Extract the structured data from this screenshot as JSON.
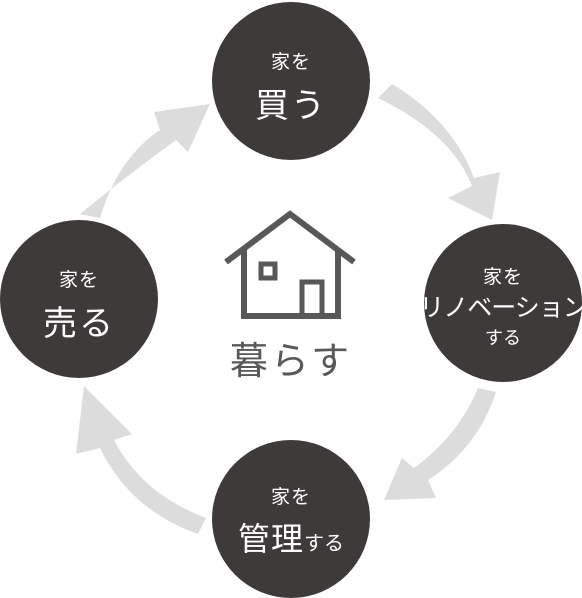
{
  "center": {
    "label": "暮らす",
    "icon": "house-icon"
  },
  "nodes": {
    "buy": {
      "small": "家を",
      "large": "買う"
    },
    "renovation": {
      "small": "家を",
      "large": "リノベーション",
      "suffix": "する"
    },
    "manage": {
      "small": "家を",
      "large": "管理",
      "suffix": "する"
    },
    "sell": {
      "small": "家を",
      "large": "売る"
    }
  },
  "colors": {
    "node_fill": "#3e3a39",
    "node_text": "#ffffff",
    "arrow": "#dcdcdc",
    "center_text": "#595757"
  }
}
